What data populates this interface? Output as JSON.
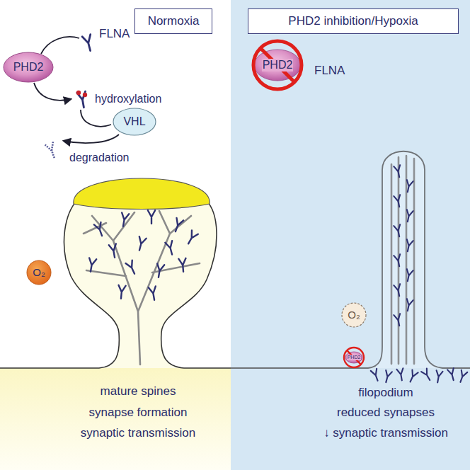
{
  "diagram": {
    "nodes": [
      {
        "text": [
          "Normoxia"
        ]
      },
      {
        "text": [
          "PHD2"
        ]
      },
      {
        "text": [
          "VHL"
        ]
      },
      {
        "text": [
          "O₂"
        ]
      },
      {
        "text": [
          "PHD2 inhibition/Hypoxia"
        ]
      },
      {
        "text": [
          "PHD2"
        ]
      },
      {
        "text": [
          "O₂"
        ]
      },
      {
        "text": [
          "PHD2"
        ]
      }
    ],
    "labels": [
      "FLNA",
      "hydroxylation",
      "degradation",
      "mature spines",
      "synapse formation",
      "synaptic transmission",
      "FLNA",
      "filopodium",
      "reduced synapses",
      "↓ synaptic transmission"
    ]
  }
}
